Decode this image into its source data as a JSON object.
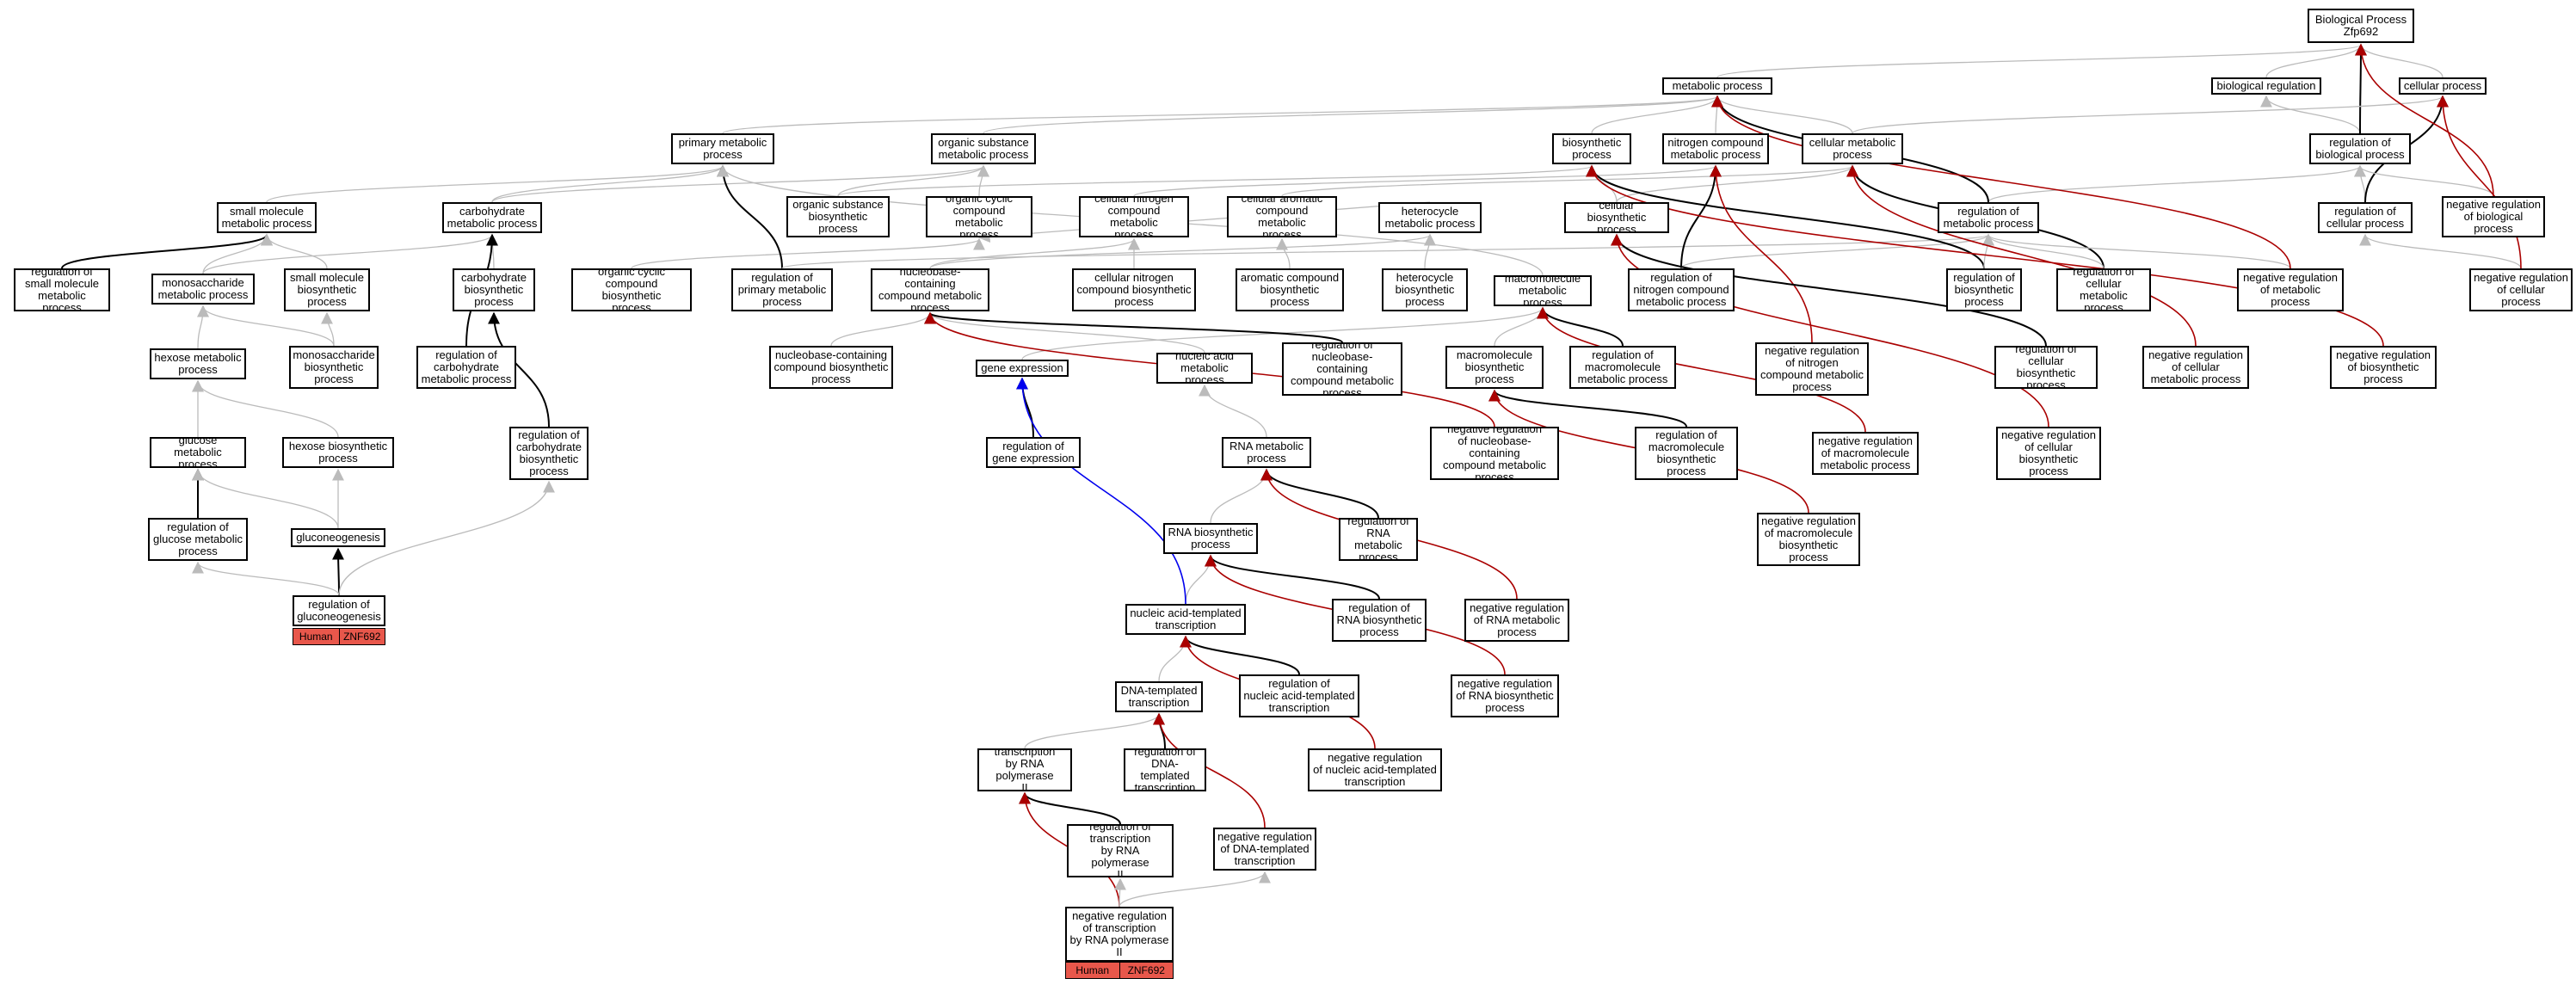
{
  "colors": {
    "is_a": "#bbbbbb",
    "part_of": "#000000",
    "negatively_regulates": "#aa0000",
    "regulates_blue": "#0000ee",
    "tag_fill": "#e8574b"
  },
  "nodes": {
    "bp": "Biological Process\nZfp692",
    "metabolic": "metabolic process",
    "biological_regulation": "biological regulation",
    "cellular_process": "cellular process",
    "primary_metabolic": "primary metabolic\nprocess",
    "organic_substance_metabolic": "organic substance\nmetabolic process",
    "biosynthetic": "biosynthetic\nprocess",
    "nitrogen_compound_metabolic": "nitrogen compound\nmetabolic process",
    "cellular_metabolic": "cellular metabolic\nprocess",
    "regulation_of_biological": "regulation of\nbiological process",
    "small_molecule_metabolic": "small molecule\nmetabolic process",
    "carbohydrate_metabolic": "carbohydrate\nmetabolic process",
    "organic_substance_biosynthetic": "organic substance\nbiosynthetic\nprocess",
    "organic_cyclic_compound_metabolic": "organic cyclic\ncompound metabolic\nprocess",
    "cellular_nitrogen_compound_metabolic": "cellular nitrogen\ncompound metabolic\nprocess",
    "cellular_aromatic_compound_metabolic": "cellular aromatic\ncompound metabolic\nprocess",
    "heterocycle_metabolic": "heterocycle\nmetabolic process",
    "cellular_biosynthetic": "cellular biosynthetic\nprocess",
    "regulation_of_metabolic": "regulation of\nmetabolic process",
    "regulation_of_cellular_process": "regulation of\ncellular process",
    "negative_regulation_of_biological": "negative regulation\nof biological\nprocess",
    "regulation_of_small_molecule_metabolic": "regulation of\nsmall molecule\nmetabolic process",
    "monosaccharide_metabolic": "monosaccharide\nmetabolic process",
    "small_molecule_biosynthetic": "small molecule\nbiosynthetic\nprocess",
    "carbohydrate_biosynthetic": "carbohydrate\nbiosynthetic\nprocess",
    "organic_cyclic_compound_biosynthetic": "organic cyclic\ncompound biosynthetic\nprocess",
    "regulation_of_primary_metabolic": "regulation of\nprimary metabolic\nprocess",
    "nucleobase_containing_compound_metabolic": "nucleobase-containing\ncompound metabolic\nprocess",
    "cellular_nitrogen_compound_biosynthetic": "cellular nitrogen\ncompound biosynthetic\nprocess",
    "aromatic_compound_biosynthetic": "aromatic compound\nbiosynthetic\nprocess",
    "heterocycle_biosynthetic": "heterocycle\nbiosynthetic\nprocess",
    "macromolecule_metabolic": "macromolecule\nmetabolic process",
    "regulation_of_nitrogen_compound_metabolic": "regulation of\nnitrogen compound\nmetabolic process",
    "regulation_of_biosynthetic": "regulation of\nbiosynthetic\nprocess",
    "regulation_of_cellular_metabolic": "regulation of\ncellular metabolic\nprocess",
    "negative_regulation_of_metabolic": "negative regulation\nof metabolic\nprocess",
    "negative_regulation_of_cellular_process": "negative regulation\nof cellular\nprocess",
    "hexose_metabolic": "hexose metabolic\nprocess",
    "monosaccharide_biosynthetic": "monosaccharide\nbiosynthetic\nprocess",
    "regulation_of_carbohydrate_metabolic": "regulation of\ncarbohydrate\nmetabolic process",
    "nucleobase_containing_compound_biosynthetic": "nucleobase-containing\ncompound biosynthetic\nprocess",
    "gene_expression": "gene expression",
    "nucleic_acid_metabolic": "nucleic acid\nmetabolic process",
    "regulation_of_nucleobase_containing_compound_metabolic": "regulation of\nnucleobase-containing\ncompound metabolic\nprocess",
    "macromolecule_biosynthetic": "macromolecule\nbiosynthetic\nprocess",
    "regulation_of_macromolecule_metabolic": "regulation of\nmacromolecule\nmetabolic process",
    "negative_regulation_of_nitrogen_compound_metabolic": "negative regulation\nof nitrogen\ncompound metabolic\nprocess",
    "regulation_of_cellular_biosynthetic": "regulation of\ncellular biosynthetic\nprocess",
    "negative_regulation_of_cellular_metabolic": "negative regulation\nof cellular\nmetabolic process",
    "negative_regulation_of_biosynthetic": "negative regulation\nof biosynthetic\nprocess",
    "glucose_metabolic": "glucose metabolic\nprocess",
    "hexose_biosynthetic": "hexose biosynthetic\nprocess",
    "regulation_of_carbohydrate_biosynthetic": "regulation of\ncarbohydrate\nbiosynthetic\nprocess",
    "regulation_of_gene_expression": "regulation of\ngene expression",
    "rna_metabolic": "RNA metabolic\nprocess",
    "negative_regulation_of_nucleobase_containing_compound_metabolic": "negative regulation\nof nucleobase-containing\ncompound metabolic\nprocess",
    "regulation_of_macromolecule_biosynthetic": "regulation of\nmacromolecule\nbiosynthetic\nprocess",
    "negative_regulation_of_macromolecule_metabolic": "negative regulation\nof macromolecule\nmetabolic process",
    "negative_regulation_of_cellular_biosynthetic": "negative regulation\nof cellular\nbiosynthetic\nprocess",
    "regulation_of_glucose_metabolic": "regulation of\nglucose metabolic\nprocess",
    "gluconeogenesis": "gluconeogenesis",
    "rna_biosynthetic": "RNA biosynthetic\nprocess",
    "regulation_of_rna_metabolic": "regulation of\nRNA metabolic\nprocess",
    "negative_regulation_of_macromolecule_biosynthetic": "negative regulation\nof macromolecule\nbiosynthetic\nprocess",
    "regulation_of_gluconeogenesis": "regulation of\ngluconeogenesis",
    "nucleic_acid_templated_transcription": "nucleic acid-templated\ntranscription",
    "regulation_of_rna_biosynthetic": "regulation of\nRNA biosynthetic\nprocess",
    "negative_regulation_of_rna_metabolic": "negative regulation\nof RNA metabolic\nprocess",
    "regulation_of_nucleic_acid_templated_transcription": "regulation of\nnucleic acid-templated\ntranscription",
    "negative_regulation_of_rna_biosynthetic": "negative regulation\nof RNA biosynthetic\nprocess",
    "dna_templated_transcription": "DNA-templated\ntranscription",
    "transcription_by_rna_polymerase_ii": "transcription\nby RNA polymerase\nII",
    "regulation_of_dna_templated_transcription": "regulation of\nDNA-templated\ntranscription",
    "negative_regulation_of_nucleic_acid_templated_transcription": "negative regulation\nof nucleic acid-templated\ntranscription",
    "regulation_of_transcription_by_rna_polymerase_ii": "regulation of\ntranscription\nby RNA polymerase\nII",
    "negative_regulation_of_dna_templated_transcription": "negative regulation\nof DNA-templated\ntranscription",
    "negative_regulation_of_transcription_by_rna_polymerase_ii": "negative regulation\nof transcription\nby RNA polymerase\nII"
  },
  "tags": {
    "gluconeogenesis": {
      "species": "Human",
      "gene": "ZNF692"
    },
    "transcription": {
      "species": "Human",
      "gene": "ZNF692"
    }
  }
}
